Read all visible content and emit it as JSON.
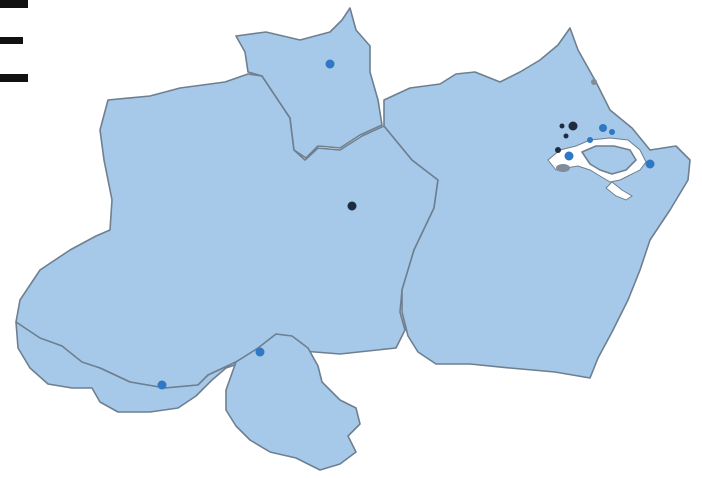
{
  "map": {
    "colors": {
      "region_fill": "#a6c9ea",
      "region_border": "#6e7f8f",
      "marker_blue": "#2f78c4",
      "marker_dark": "#1f2b3f",
      "marker_gray": "#7f8c99",
      "glyph": "#111111"
    },
    "regions": [
      {
        "id": "west-state"
      },
      {
        "id": "north-state"
      },
      {
        "id": "east-state"
      },
      {
        "id": "southwest-state"
      },
      {
        "id": "south-state"
      }
    ],
    "markers": [
      {
        "id": "north-city",
        "color": "blue"
      },
      {
        "id": "central-city",
        "color": "dark"
      },
      {
        "id": "south-city",
        "color": "blue"
      },
      {
        "id": "southwest-city",
        "color": "blue"
      },
      {
        "id": "east-coast-city",
        "color": "blue"
      },
      {
        "id": "delta-city-1",
        "color": "dark"
      },
      {
        "id": "delta-city-2",
        "color": "dark"
      },
      {
        "id": "delta-city-3",
        "color": "blue"
      },
      {
        "id": "delta-city-4",
        "color": "blue"
      },
      {
        "id": "delta-city-5",
        "color": "gray"
      }
    ],
    "corner_glyph": "compass-letter-icon"
  }
}
